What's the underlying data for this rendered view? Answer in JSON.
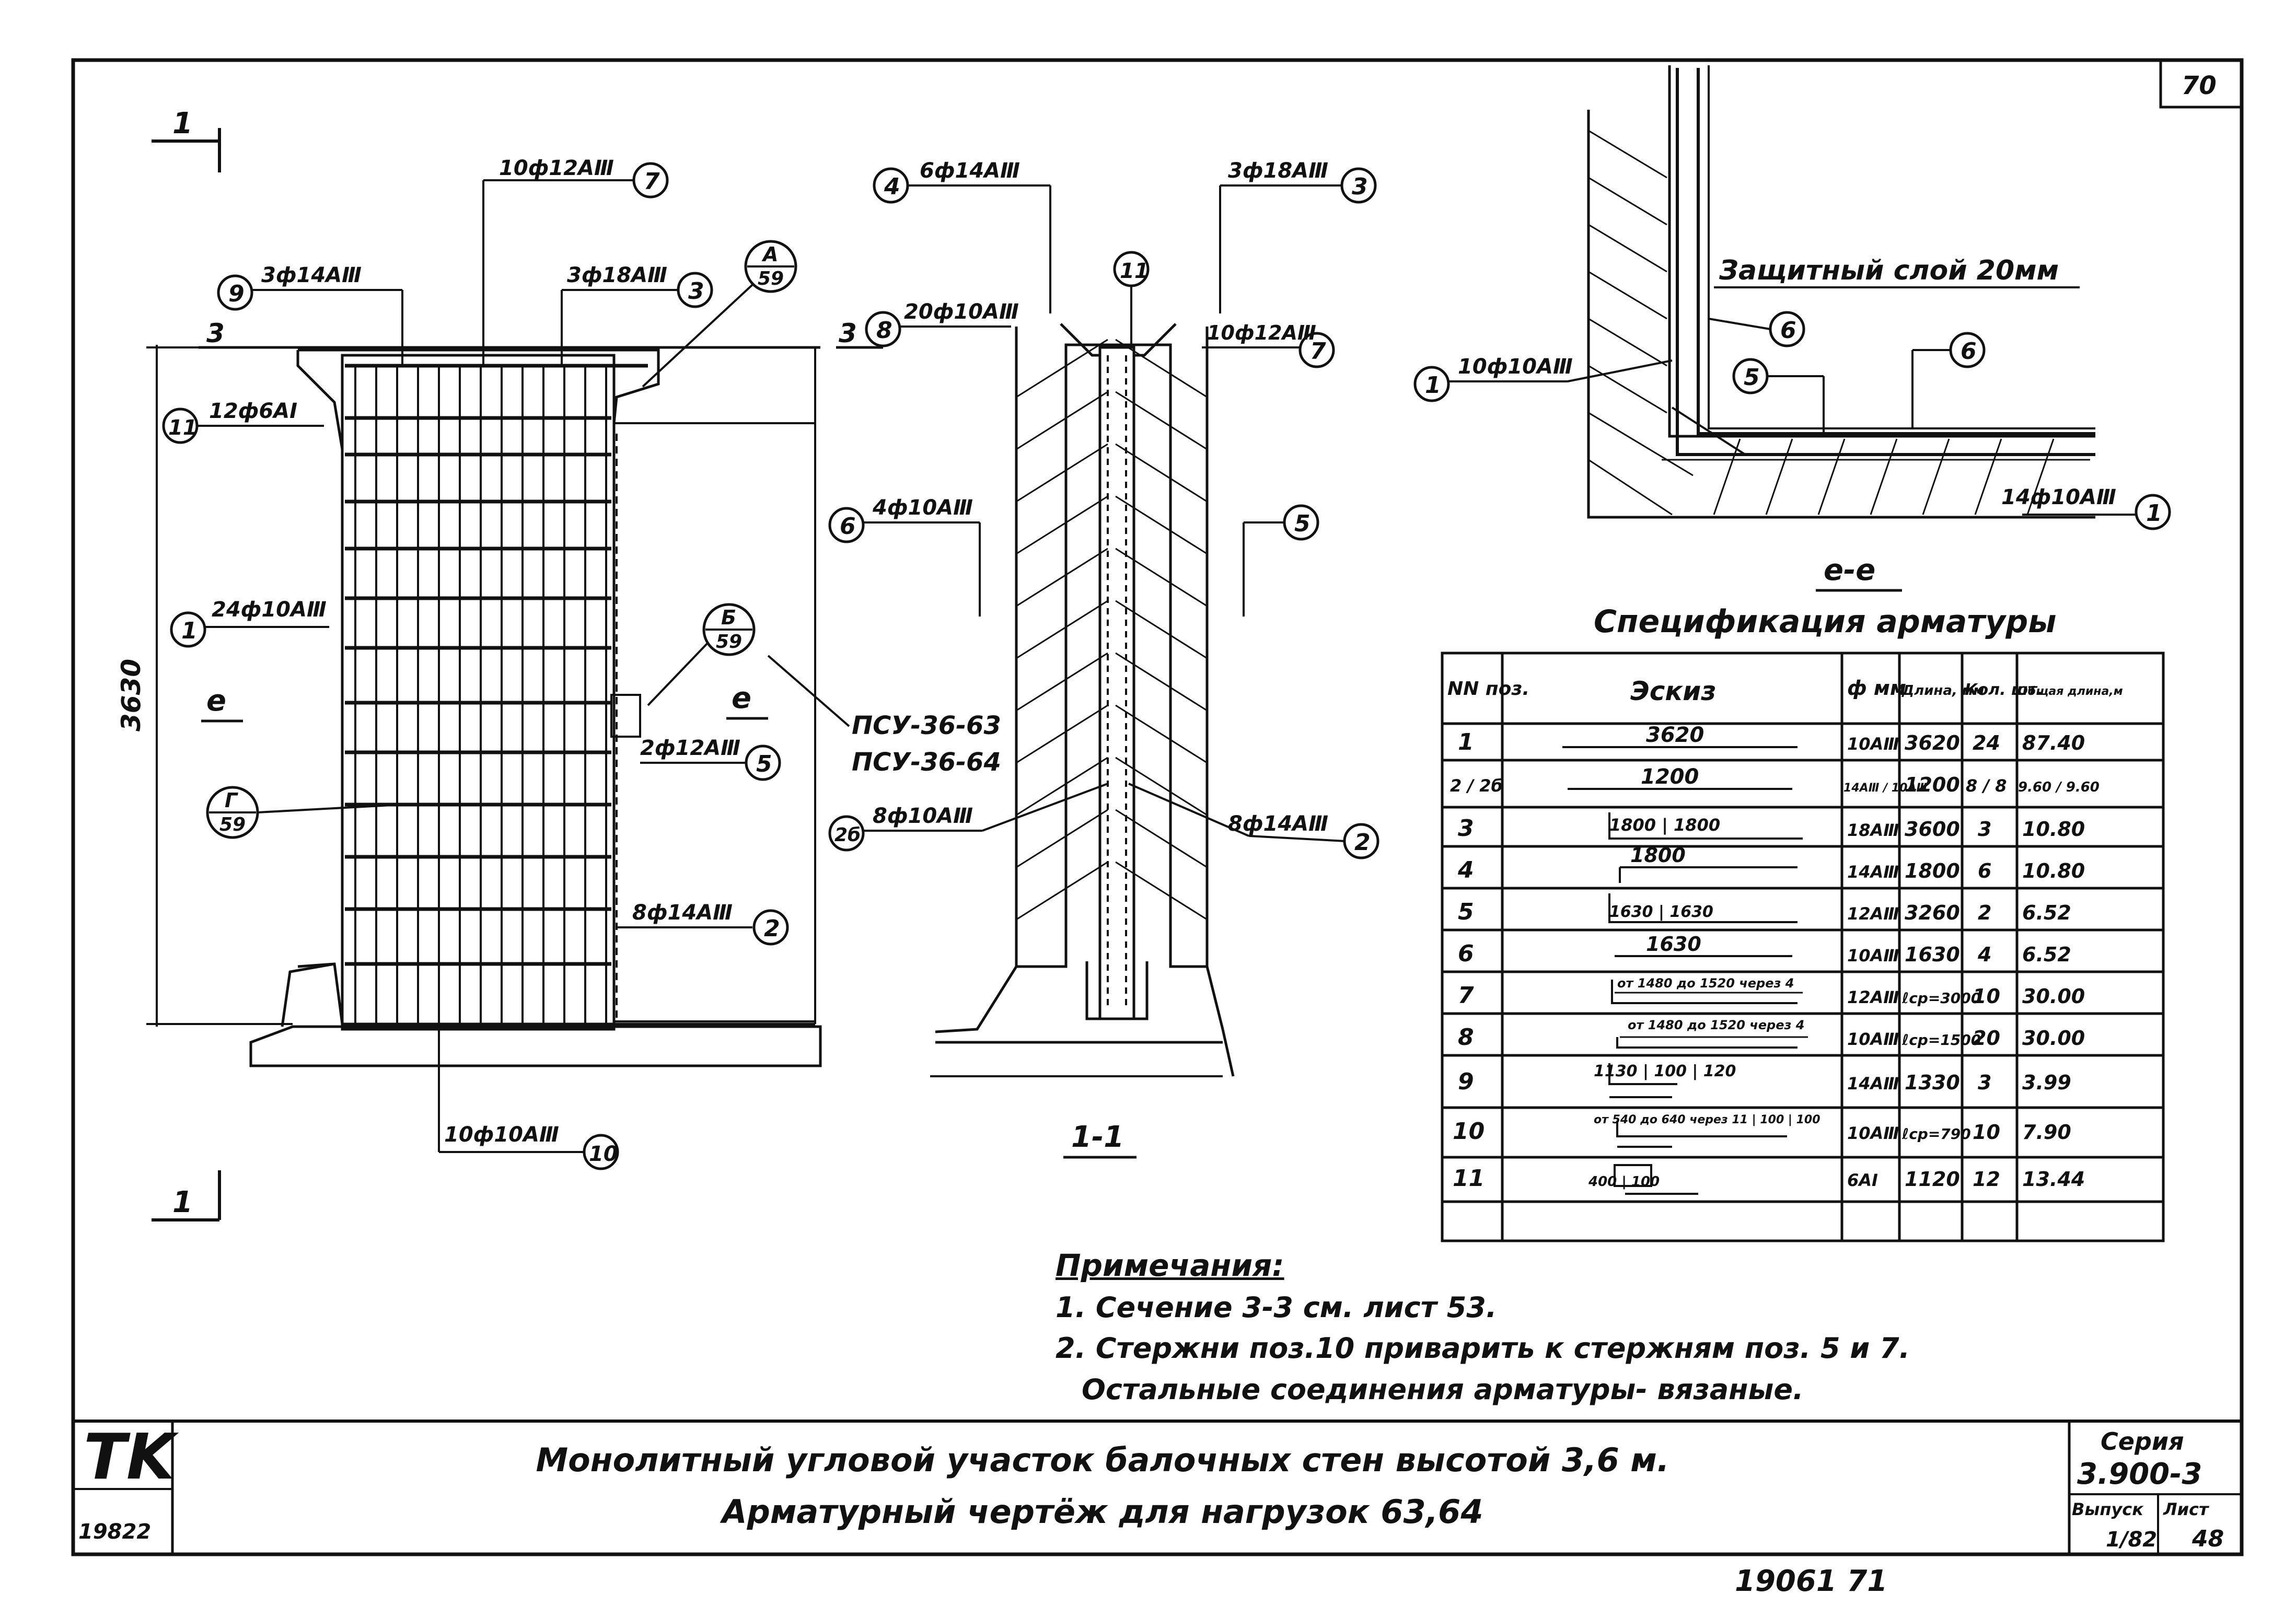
{
  "sheet_number": "70",
  "tk_logo": "TK",
  "inventory_number": "19822",
  "bottom_stamp": "19061  71",
  "title_block": {
    "line1": "Монолитный угловой участок балочных стен высотой 3,6 м.",
    "line2": "Арматурный чертёж для нагрузок 63,64",
    "series_label": "Серия",
    "series_value": "3.900-3",
    "issue_label": "Выпуск",
    "issue_value": "1/82",
    "sheet_label": "Лист",
    "sheet_value": "48"
  },
  "front_view": {
    "section_mark_top": "1",
    "section_mark_bottom": "1",
    "section_e_left": "е",
    "section_e_right": "е",
    "section_3": "3",
    "height_dim": "3630",
    "panel_marks": [
      "ПСУ-36-63",
      "ПСУ-36-64"
    ],
    "callouts": [
      {
        "pos": "7",
        "label": "10ф12АⅢ"
      },
      {
        "pos": "9",
        "label": "3ф14АⅢ"
      },
      {
        "pos": "3",
        "label": "3ф18АⅢ"
      },
      {
        "pos": "11",
        "label": "12ф6АI"
      },
      {
        "pos": "1",
        "label": "24ф10АⅢ"
      },
      {
        "pos": "5",
        "label": "2ф12АⅢ"
      },
      {
        "pos": "2",
        "label": "8ф14АⅢ"
      },
      {
        "pos": "10",
        "label": "10ф10АⅢ"
      }
    ],
    "detail_refs": [
      {
        "letter": "А",
        "sheet": "59"
      },
      {
        "letter": "Б",
        "sheet": "59"
      },
      {
        "letter": "Г",
        "sheet": "59"
      }
    ]
  },
  "section_1_1": {
    "caption": "1-1",
    "section_3": "3",
    "callouts": [
      {
        "pos": "4",
        "label": "6ф14АⅢ"
      },
      {
        "pos": "3",
        "label": "3ф18АⅢ"
      },
      {
        "pos": "8",
        "label": "20ф10АⅢ"
      },
      {
        "pos": "7",
        "label": "10ф12АⅢ"
      },
      {
        "pos": "11",
        "label": ""
      },
      {
        "pos": "6",
        "label": "4ф10АⅢ"
      },
      {
        "pos": "5",
        "label": ""
      },
      {
        "pos": "2б",
        "label": "8ф10АⅢ"
      },
      {
        "pos": "2",
        "label": "8ф14АⅢ"
      }
    ]
  },
  "section_e_e": {
    "caption": "е-е",
    "protective_layer": "Защитный слой 20мм",
    "callouts": [
      {
        "pos": "1",
        "label": "10ф10АⅢ"
      },
      {
        "pos": "6",
        "label": ""
      },
      {
        "pos": "5",
        "label": ""
      },
      {
        "pos": "6",
        "label": ""
      },
      {
        "pos": "1",
        "label": "14ф10АⅢ"
      }
    ]
  },
  "spec_title": "Спецификация арматуры",
  "spec_table": {
    "headers": [
      "NN поз.",
      "Эскиз",
      "ф мм",
      "Длина, мм",
      "Кол. шт.",
      "Общая длина,м"
    ],
    "rows": [
      {
        "pos": "1",
        "sketch": "3620",
        "dia": "10АⅢ",
        "length": "3620",
        "qty": "24",
        "total": "87.40"
      },
      {
        "pos": "2 / 2б",
        "sketch": "1200",
        "dia": "14АⅢ / 10АⅢ",
        "length": "1200",
        "qty": "8 / 8",
        "total": "9.60 / 9.60"
      },
      {
        "pos": "3",
        "sketch": "1800 | 1800",
        "dia": "18АⅢ",
        "length": "3600",
        "qty": "3",
        "total": "10.80"
      },
      {
        "pos": "4",
        "sketch": "1800",
        "dia": "14АⅢ",
        "length": "1800",
        "qty": "6",
        "total": "10.80"
      },
      {
        "pos": "5",
        "sketch": "1630 | 1630",
        "dia": "12АⅢ",
        "length": "3260",
        "qty": "2",
        "total": "6.52"
      },
      {
        "pos": "6",
        "sketch": "1630",
        "dia": "10АⅢ",
        "length": "1630",
        "qty": "4",
        "total": "6.52"
      },
      {
        "pos": "7",
        "sketch": "от 1480 до 1520 через 4",
        "dia": "12АⅢ",
        "length": "ℓср=3000",
        "qty": "10",
        "total": "30.00"
      },
      {
        "pos": "8",
        "sketch": "от 1480 до 1520 через 4",
        "dia": "10АⅢ",
        "length": "ℓср=1500",
        "qty": "20",
        "total": "30.00"
      },
      {
        "pos": "9",
        "sketch": "1130 | 100 | 120",
        "dia": "14АⅢ",
        "length": "1330",
        "qty": "3",
        "total": "3.99"
      },
      {
        "pos": "10",
        "sketch": "от 540 до 640 через 11 | 100 | 100",
        "dia": "10АⅢ",
        "length": "ℓср=790",
        "qty": "10",
        "total": "7.90"
      },
      {
        "pos": "11",
        "sketch": "400 | 100",
        "dia": "6АI",
        "length": "1120",
        "qty": "12",
        "total": "13.44"
      }
    ]
  },
  "notes": {
    "heading": "Примечания:",
    "items": [
      "1. Сечение 3-3 см. лист 53.",
      "2. Стержни поз.10 приварить к стержням поз. 5 и 7.",
      "Остальные соединения арматуры- вязаные."
    ]
  }
}
